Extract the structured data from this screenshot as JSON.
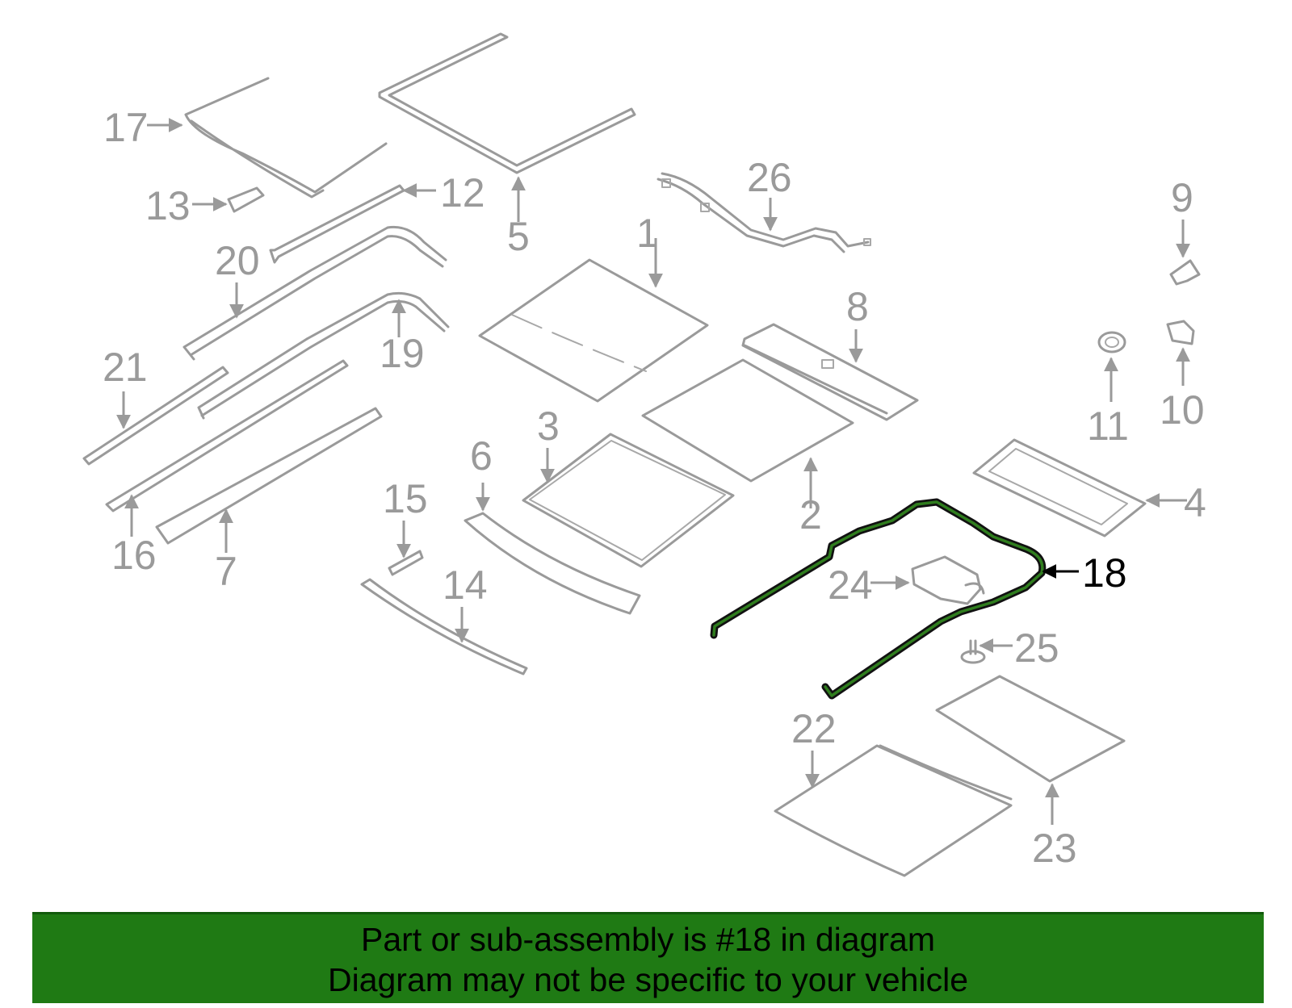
{
  "callouts": [
    {
      "id": "1",
      "text": "1"
    },
    {
      "id": "2",
      "text": "2"
    },
    {
      "id": "3",
      "text": "3"
    },
    {
      "id": "4",
      "text": "4"
    },
    {
      "id": "5",
      "text": "5"
    },
    {
      "id": "6",
      "text": "6"
    },
    {
      "id": "7",
      "text": "7"
    },
    {
      "id": "8",
      "text": "8"
    },
    {
      "id": "9",
      "text": "9"
    },
    {
      "id": "10",
      "text": "10"
    },
    {
      "id": "11",
      "text": "11"
    },
    {
      "id": "12",
      "text": "12"
    },
    {
      "id": "13",
      "text": "13"
    },
    {
      "id": "14",
      "text": "14"
    },
    {
      "id": "15",
      "text": "15"
    },
    {
      "id": "16",
      "text": "16"
    },
    {
      "id": "17",
      "text": "17"
    },
    {
      "id": "18",
      "text": "18"
    },
    {
      "id": "19",
      "text": "19"
    },
    {
      "id": "20",
      "text": "20"
    },
    {
      "id": "21",
      "text": "21"
    },
    {
      "id": "22",
      "text": "22"
    },
    {
      "id": "23",
      "text": "23"
    },
    {
      "id": "24",
      "text": "24"
    },
    {
      "id": "25",
      "text": "25"
    },
    {
      "id": "26",
      "text": "26"
    }
  ],
  "highlighted_part": "18",
  "colors": {
    "highlight": "#2f7d1e",
    "banner": "#1f7a14",
    "part_stroke": "#9a9a9a"
  },
  "banner": {
    "line1": "Part or sub-assembly is #18 in diagram",
    "line2": "Diagram may not be specific to your vehicle"
  }
}
